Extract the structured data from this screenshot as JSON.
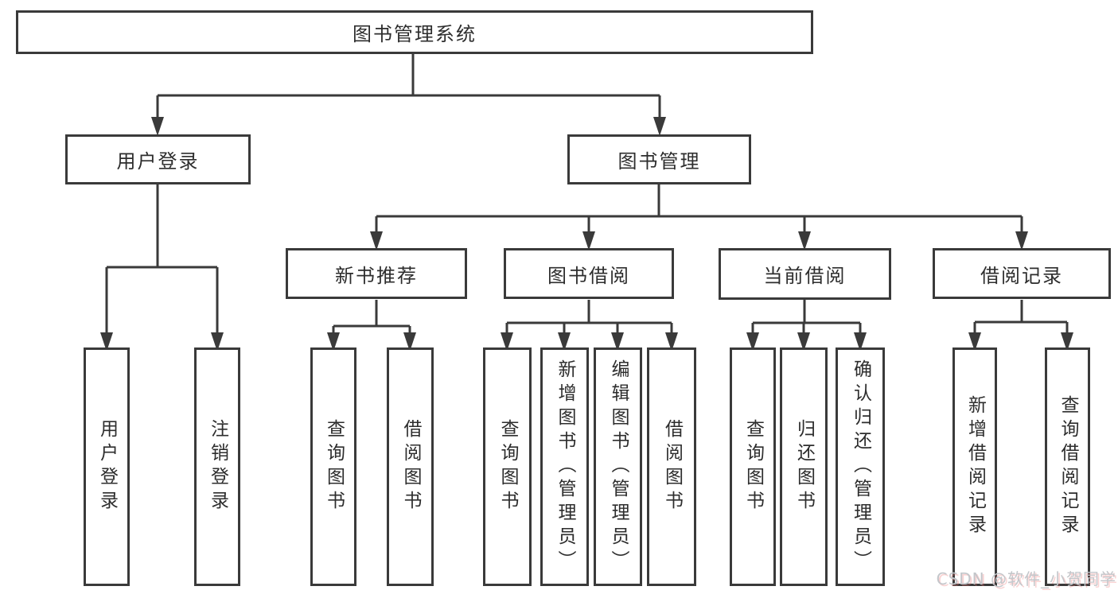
{
  "diagram_title": "图书管理系统",
  "nodes": {
    "root": {
      "label": "图书管理系统"
    },
    "user_login": {
      "label": "用户登录"
    },
    "book_mgmt": {
      "label": "图书管理"
    },
    "login_leaf": {
      "label": "用户登录"
    },
    "logout_leaf": {
      "label": "注销登录"
    },
    "new_book": {
      "label": "新书推荐"
    },
    "book_borrow": {
      "label": "图书借阅"
    },
    "current_borrow": {
      "label": "当前借阅"
    },
    "borrow_record": {
      "label": "借阅记录"
    },
    "nb_query": {
      "label": "查询图书"
    },
    "nb_borrow": {
      "label": "借阅图书"
    },
    "bb_query": {
      "label": "查询图书"
    },
    "bb_add": {
      "label": "新增图书（管理员）"
    },
    "bb_edit": {
      "label": "编辑图书（管理员）"
    },
    "bb_borrow": {
      "label": "借阅图书"
    },
    "cb_query": {
      "label": "查询图书"
    },
    "cb_return": {
      "label": "归还图书"
    },
    "cb_confirm": {
      "label": "确认归还（管理员）"
    },
    "rec_add": {
      "label": "新增借阅记录"
    },
    "rec_query": {
      "label": "查询借阅记录"
    }
  },
  "hierarchy": {
    "图书管理系统": {
      "用户登录": [
        "用户登录",
        "注销登录"
      ],
      "图书管理": {
        "新书推荐": [
          "查询图书",
          "借阅图书"
        ],
        "图书借阅": [
          "查询图书",
          "新增图书（管理员）",
          "编辑图书（管理员）",
          "借阅图书"
        ],
        "当前借阅": [
          "查询图书",
          "归还图书",
          "确认归还（管理员）"
        ],
        "借阅记录": [
          "新增借阅记录",
          "查询借阅记录"
        ]
      }
    }
  },
  "watermark": {
    "text": "CSDN @软件_小贺同学"
  },
  "colors": {
    "line": "#3a3a3a",
    "box_border": "#3a3a3a",
    "text": "#2d2d2d",
    "background": "#ffffff",
    "watermark": "#c3c6ca"
  }
}
